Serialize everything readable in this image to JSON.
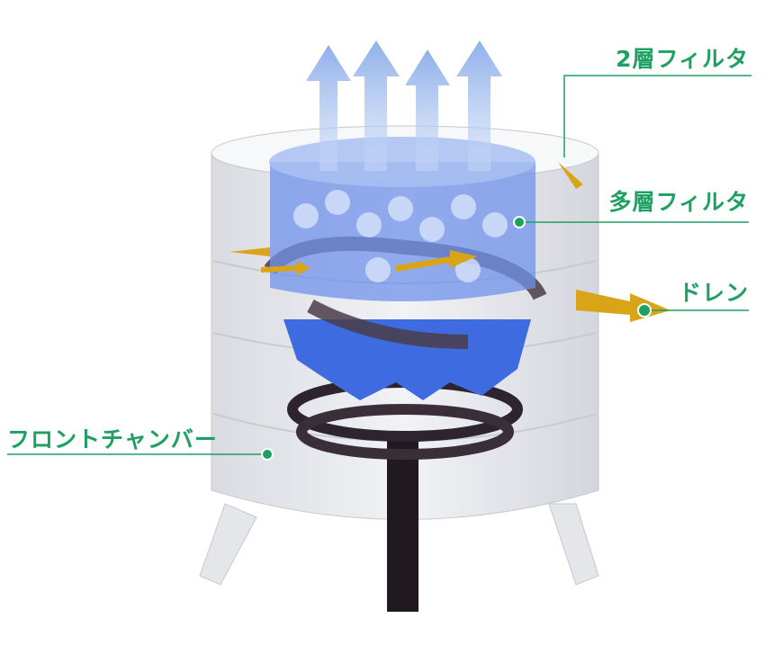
{
  "labels": {
    "two_layer_filter": "2層フィルタ",
    "multi_layer_filter": "多層フィルタ",
    "drain": "ドレン",
    "front_chamber": "フロントチャンバー"
  },
  "colors": {
    "label_green": "#1ea060",
    "airflow_blue": "#9bb8ec",
    "filter_blue": "#4a72e0",
    "arrow_gold": "#d9a418",
    "spiral_dark": "#2e2430"
  }
}
